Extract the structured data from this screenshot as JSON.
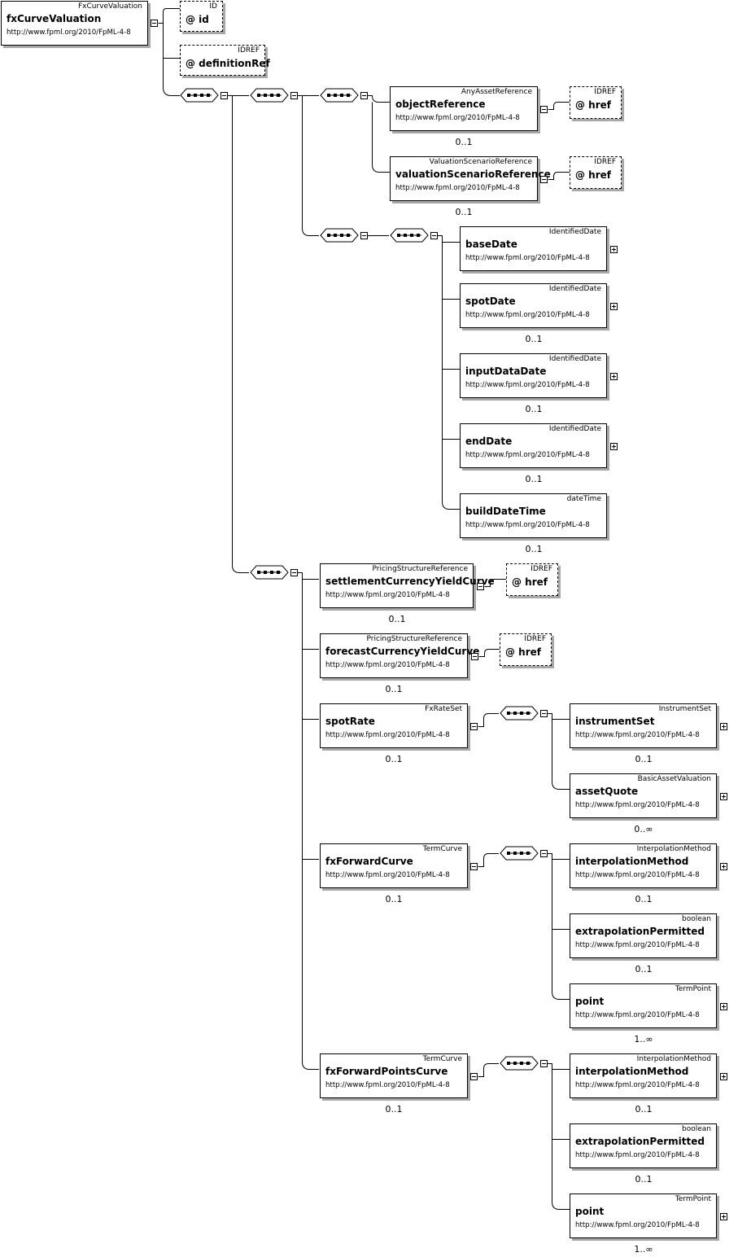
{
  "nodes": {
    "root": {
      "type": "FxCurveValuation",
      "name": "fxCurveValuation",
      "ns": "http://www.fpml.org/2010/FpML-4-8"
    },
    "attr_id": {
      "type": "ID",
      "name": "@ id"
    },
    "attr_defref": {
      "type": "IDREF",
      "name": "@ definitionRef"
    },
    "objectReference": {
      "type": "AnyAssetReference",
      "name": "objectReference",
      "ns": "http://www.fpml.org/2010/FpML-4-8",
      "card": "0..1"
    },
    "objRef_href": {
      "type": "IDREF",
      "name": "@ href"
    },
    "valuationScenarioReference": {
      "type": "ValuationScenarioReference",
      "name": "valuationScenarioReference",
      "ns": "http://www.fpml.org/2010/FpML-4-8",
      "card": "0..1"
    },
    "valScen_href": {
      "type": "IDREF",
      "name": "@ href"
    },
    "baseDate": {
      "type": "IdentifiedDate",
      "name": "baseDate",
      "ns": "http://www.fpml.org/2010/FpML-4-8"
    },
    "spotDate": {
      "type": "IdentifiedDate",
      "name": "spotDate",
      "ns": "http://www.fpml.org/2010/FpML-4-8",
      "card": "0..1"
    },
    "inputDataDate": {
      "type": "IdentifiedDate",
      "name": "inputDataDate",
      "ns": "http://www.fpml.org/2010/FpML-4-8",
      "card": "0..1"
    },
    "endDate": {
      "type": "IdentifiedDate",
      "name": "endDate",
      "ns": "http://www.fpml.org/2010/FpML-4-8",
      "card": "0..1"
    },
    "buildDateTime": {
      "type": "dateTime",
      "name": "buildDateTime",
      "ns": "http://www.fpml.org/2010/FpML-4-8",
      "card": "0..1"
    },
    "settlementCurrencyYieldCurve": {
      "type": "PricingStructureReference",
      "name": "settlementCurrencyYieldCurve",
      "ns": "http://www.fpml.org/2010/FpML-4-8",
      "card": "0..1"
    },
    "settle_href": {
      "type": "IDREF",
      "name": "@ href"
    },
    "forecastCurrencyYieldCurve": {
      "type": "PricingStructureReference",
      "name": "forecastCurrencyYieldCurve",
      "ns": "http://www.fpml.org/2010/FpML-4-8",
      "card": "0..1"
    },
    "forecast_href": {
      "type": "IDREF",
      "name": "@ href"
    },
    "spotRate": {
      "type": "FxRateSet",
      "name": "spotRate",
      "ns": "http://www.fpml.org/2010/FpML-4-8",
      "card": "0..1"
    },
    "instrumentSet": {
      "type": "InstrumentSet",
      "name": "instrumentSet",
      "ns": "http://www.fpml.org/2010/FpML-4-8",
      "card": "0..1"
    },
    "assetQuote": {
      "type": "BasicAssetValuation",
      "name": "assetQuote",
      "ns": "http://www.fpml.org/2010/FpML-4-8",
      "card": "0..∞"
    },
    "fxForwardCurve": {
      "type": "TermCurve",
      "name": "fxForwardCurve",
      "ns": "http://www.fpml.org/2010/FpML-4-8",
      "card": "0..1"
    },
    "ffc_interpolationMethod": {
      "type": "InterpolationMethod",
      "name": "interpolationMethod",
      "ns": "http://www.fpml.org/2010/FpML-4-8",
      "card": "0..1"
    },
    "ffc_extrapolationPermitted": {
      "type": "boolean",
      "name": "extrapolationPermitted",
      "ns": "http://www.fpml.org/2010/FpML-4-8",
      "card": "0..1"
    },
    "ffc_point": {
      "type": "TermPoint",
      "name": "point",
      "ns": "http://www.fpml.org/2010/FpML-4-8",
      "card": "1..∞"
    },
    "fxForwardPointsCurve": {
      "type": "TermCurve",
      "name": "fxForwardPointsCurve",
      "ns": "http://www.fpml.org/2010/FpML-4-8",
      "card": "0..1"
    },
    "fpc_interpolationMethod": {
      "type": "InterpolationMethod",
      "name": "interpolationMethod",
      "ns": "http://www.fpml.org/2010/FpML-4-8",
      "card": "0..1"
    },
    "fpc_extrapolationPermitted": {
      "type": "boolean",
      "name": "extrapolationPermitted",
      "ns": "http://www.fpml.org/2010/FpML-4-8",
      "card": "0..1"
    },
    "fpc_point": {
      "type": "TermPoint",
      "name": "point",
      "ns": "http://www.fpml.org/2010/FpML-4-8",
      "card": "1..∞"
    }
  }
}
